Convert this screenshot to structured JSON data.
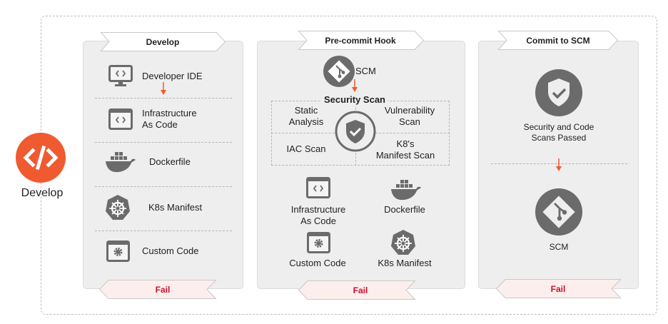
{
  "colors": {
    "accent": "#f05a30",
    "icon_gray": "#6b6b6b",
    "fail_text": "#c8102e",
    "fail_bg": "#fdeeee",
    "panel_bg": "#eeeeee"
  },
  "start": {
    "label": "Develop",
    "icon": "code-icon"
  },
  "develop": {
    "title": "Develop",
    "items": [
      {
        "label": "Developer IDE",
        "icon": "monitor-code-icon"
      },
      {
        "label_1": "Infrastructure",
        "label_2": "As Code",
        "icon": "window-code-icon"
      },
      {
        "label": "Dockerfile",
        "icon": "docker-icon"
      },
      {
        "label": "K8s Manifest",
        "icon": "kubernetes-icon"
      },
      {
        "label": "Custom Code",
        "icon": "window-gear-icon"
      }
    ],
    "fail": "Fail"
  },
  "precommit": {
    "title": "Pre-commit Hook",
    "scm": "SCM",
    "scan_title": "Security Scan",
    "static_1": "Static",
    "static_2": "Analysis",
    "vuln_1": "Vulnerability",
    "vuln_2": "Scan",
    "iac": "IAC Scan",
    "k8s_1": "K8's",
    "k8s_2": "Manifest  Scan",
    "items": [
      {
        "label_1": "Infrastructure",
        "label_2": "As Code"
      },
      {
        "label": "Dockerfile"
      },
      {
        "label": "Custom Code"
      },
      {
        "label": "K8s Manifest"
      }
    ],
    "fail": "Fail"
  },
  "commit": {
    "title": "Commit to SCM",
    "passed_1": "Security and Code",
    "passed_2": "Scans Passed",
    "scm": "SCM",
    "fail": "Fail"
  }
}
